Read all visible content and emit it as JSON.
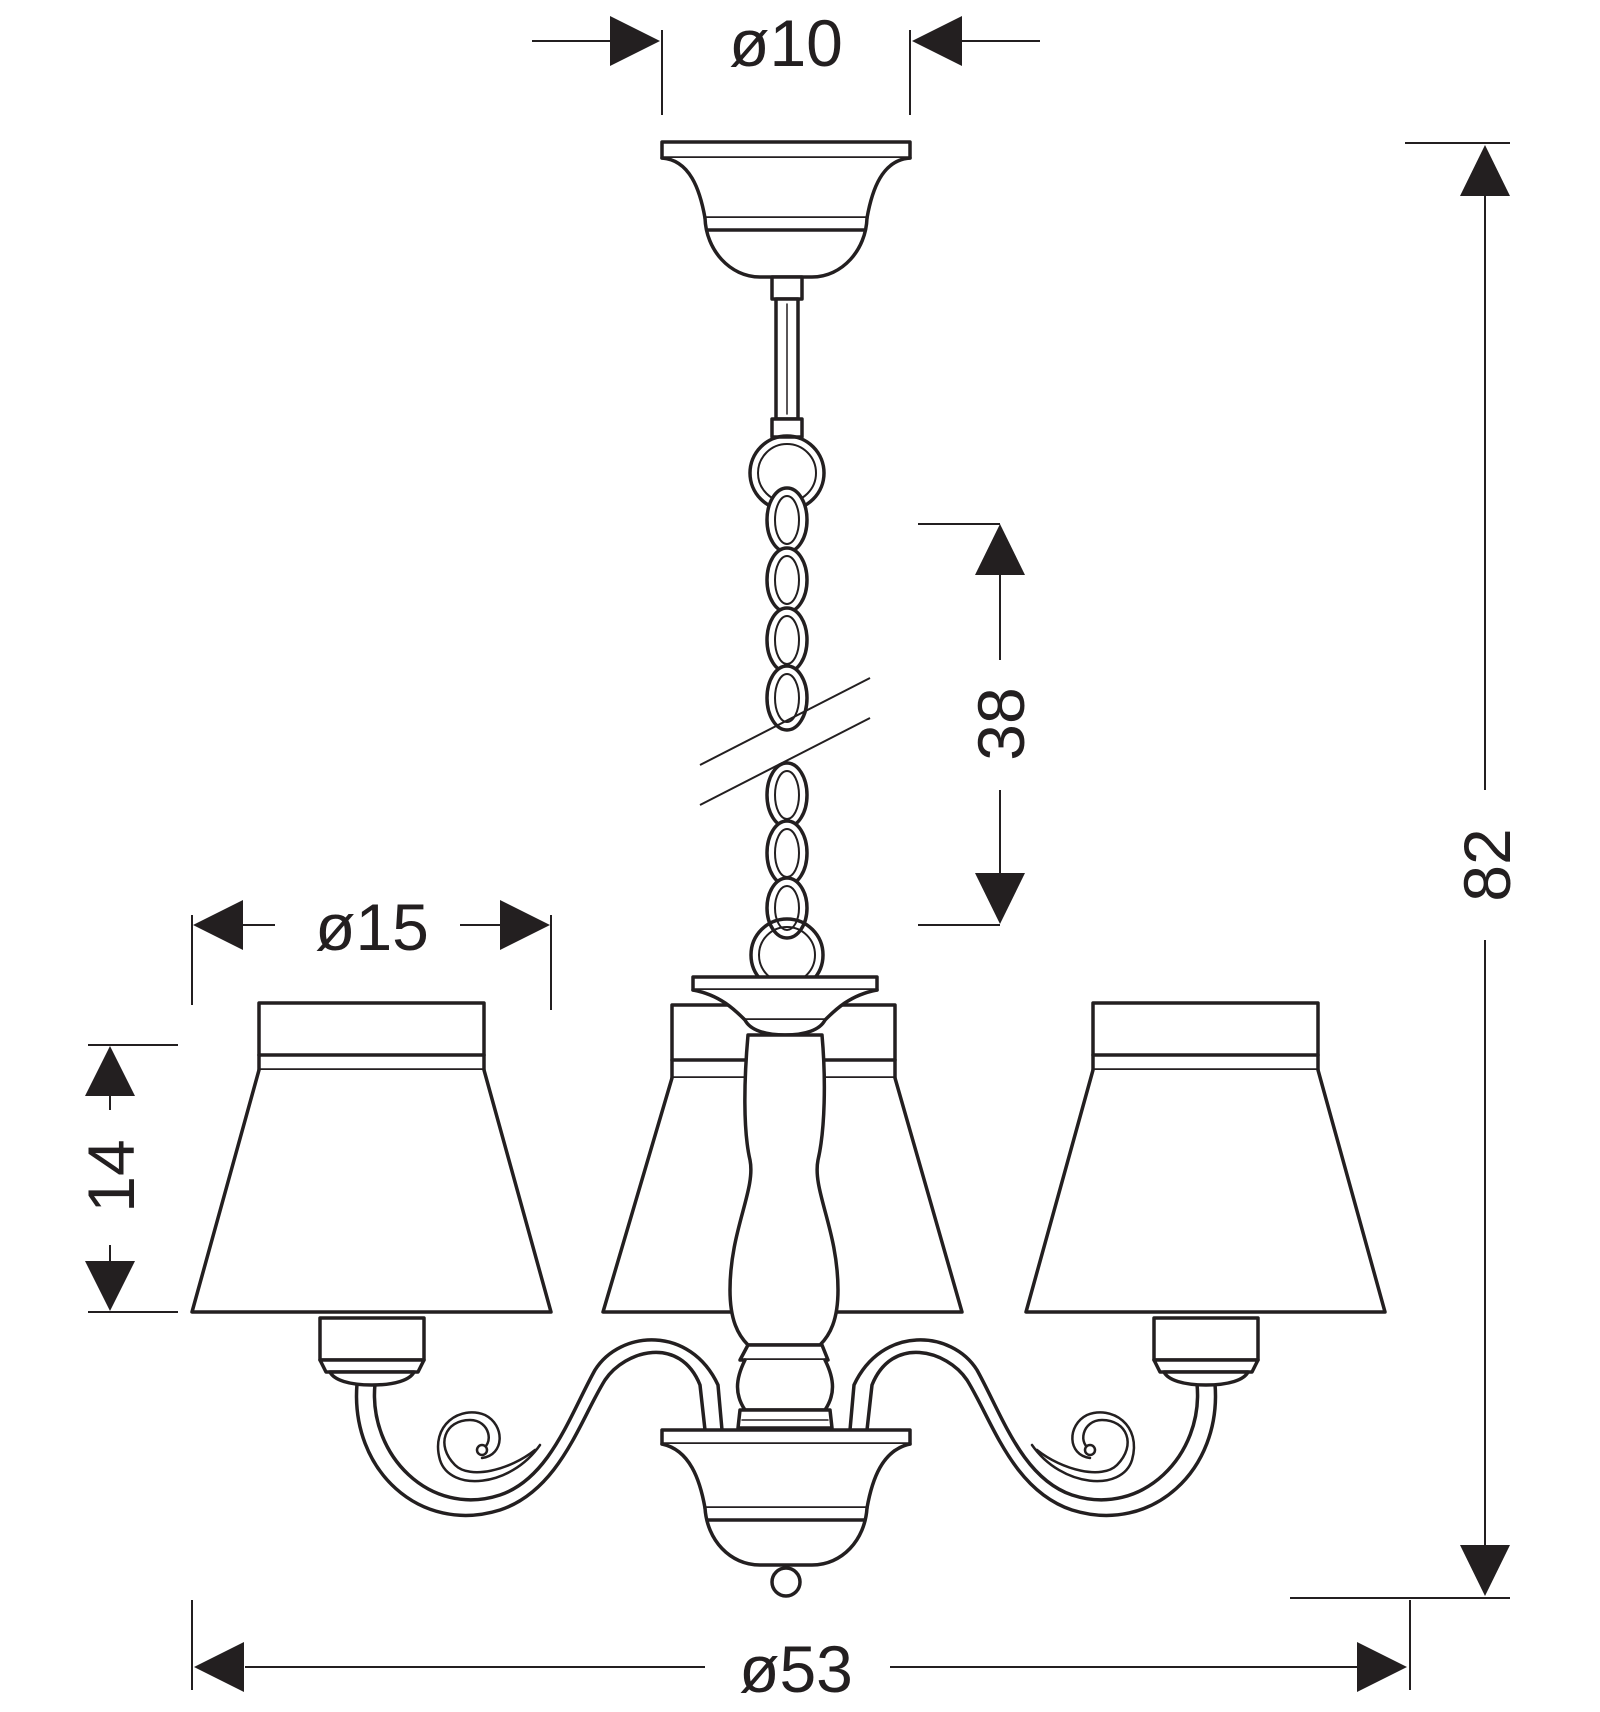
{
  "dimensions": {
    "ceiling_plate_diameter": "ø10",
    "chain_length": "38",
    "total_height": "82",
    "shade_diameter": "ø15",
    "shade_height": "14",
    "total_diameter": "ø53"
  },
  "colors": {
    "line": "#231f20",
    "background": "#ffffff"
  }
}
